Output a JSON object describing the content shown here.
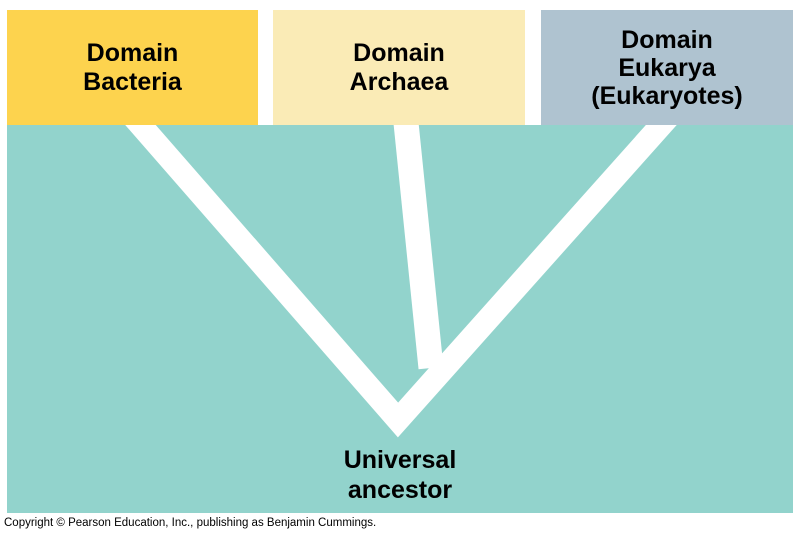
{
  "figure": {
    "background_color": "#92D3CC",
    "branch_color": "#FFFFFF",
    "text_color": "#000000",
    "domains": [
      {
        "name": "Bacteria",
        "label": "Domain\nBacteria",
        "box_color": "#FDD34E"
      },
      {
        "name": "Archaea",
        "label": "Domain\nArchaea",
        "box_color": "#FAEBB6"
      },
      {
        "name": "Eukarya",
        "label": "Domain\nEukarya\n(Eukaryotes)",
        "box_color": "#AFC3D0"
      }
    ],
    "root_label": "Universal\nancestor"
  },
  "footer": {
    "copyright": "Copyright © Pearson Education, Inc., publishing as Benjamin Cummings."
  }
}
